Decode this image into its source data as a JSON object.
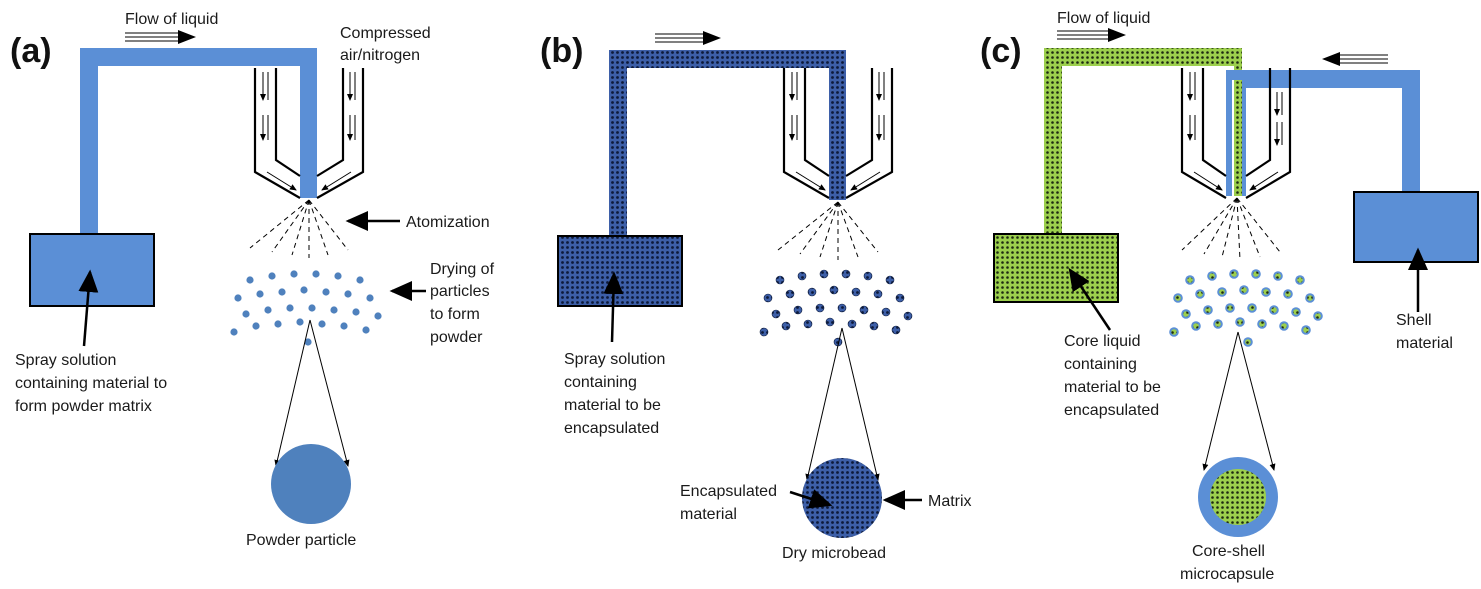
{
  "colors": {
    "blue_liquid": "#5b8fd6",
    "blue_dark": "#4f6fa8",
    "navy_dotted": "#223a7a",
    "green_core": "#8cc63f",
    "particle_blue": "#4f81bd",
    "stroke": "#000000"
  },
  "panels": {
    "a": {
      "label": "(a)",
      "flow": "Flow of liquid",
      "air": [
        "Compressed",
        "air/nitrogen"
      ],
      "atomization": "Atomization",
      "drying": [
        "Drying of",
        "particles",
        "to form",
        "powder"
      ],
      "reservoir": [
        "Spray solution",
        "containing  material to",
        "form powder matrix"
      ],
      "result": "Powder particle"
    },
    "b": {
      "label": "(b)",
      "reservoir": [
        "Spray solution",
        "containing",
        "material to be",
        "encapsulated"
      ],
      "encapsulated": [
        "Encapsulated",
        "material"
      ],
      "matrix": "Matrix",
      "result": "Dry microbead"
    },
    "c": {
      "label": "(c)",
      "flow": "Flow of liquid",
      "core": [
        "Core liquid",
        "containing",
        "material to be",
        "encapsulated"
      ],
      "shell": [
        "Shell",
        "material"
      ],
      "result": [
        "Core-shell",
        "microcapsule"
      ]
    }
  }
}
